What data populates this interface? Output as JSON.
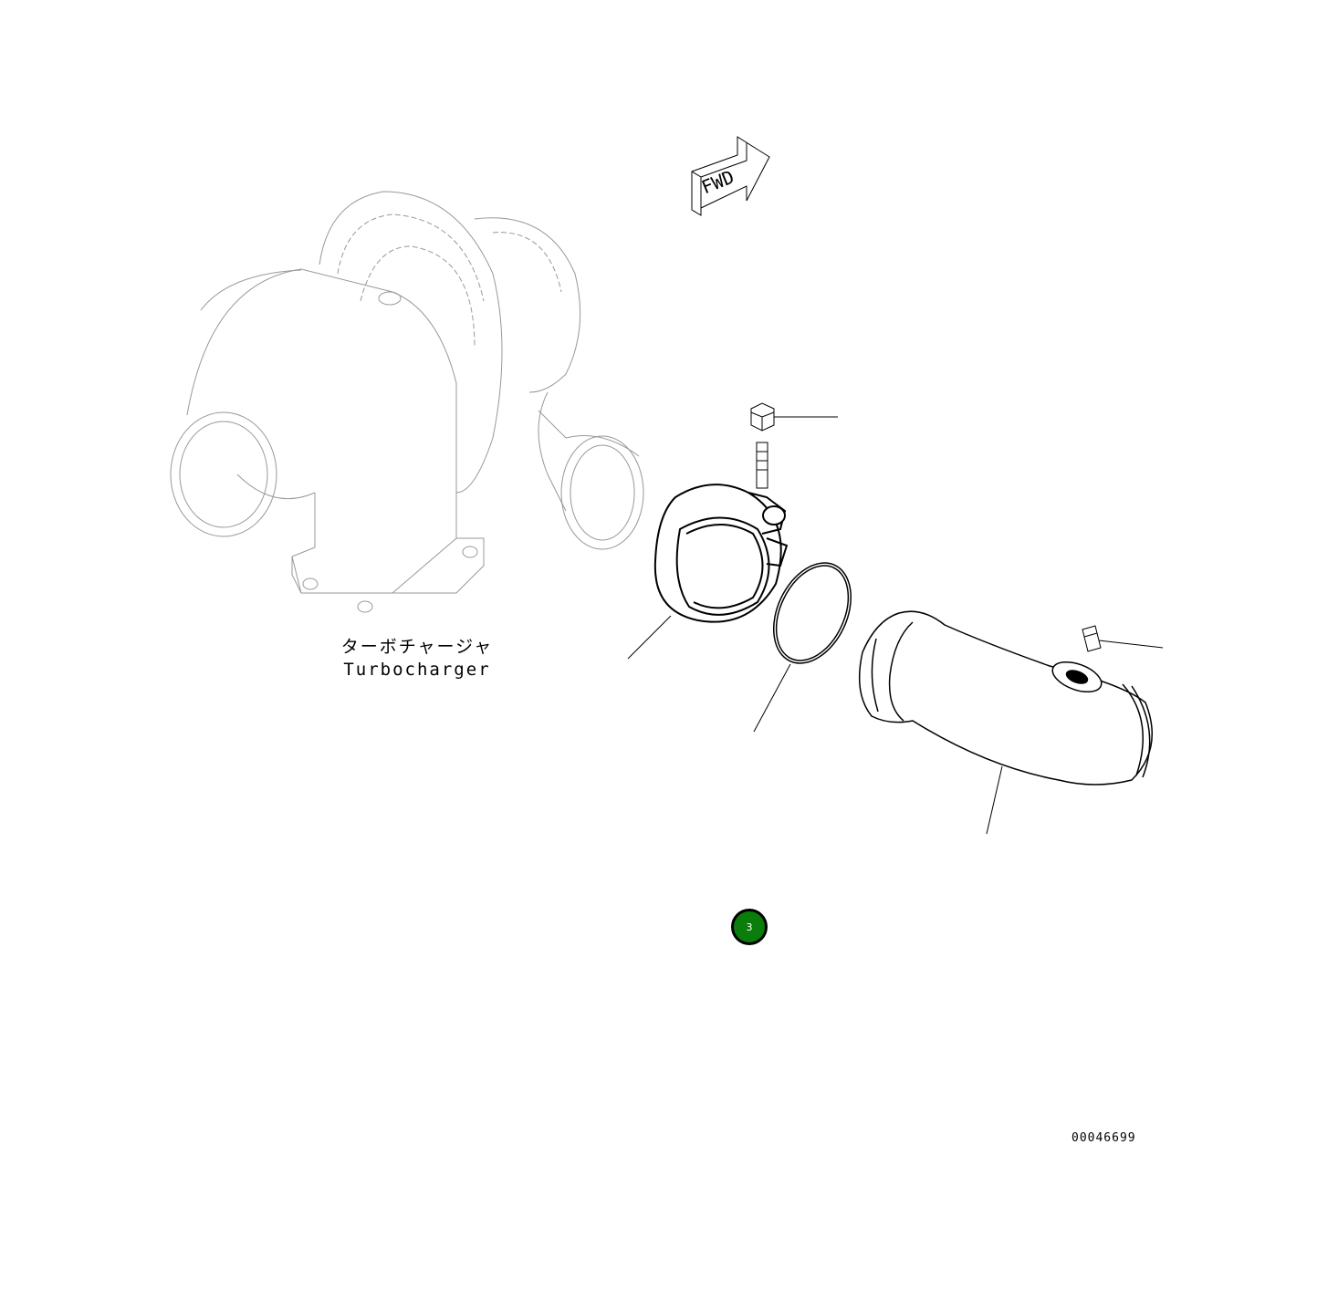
{
  "diagram": {
    "label_japanese": "ターボチャージャ",
    "label_english": "Turbocharger",
    "forward_arrow_text": "FWD",
    "drawing_number": "00046699",
    "callout_badge": {
      "number": "3",
      "color": "#0a7d0a"
    }
  }
}
